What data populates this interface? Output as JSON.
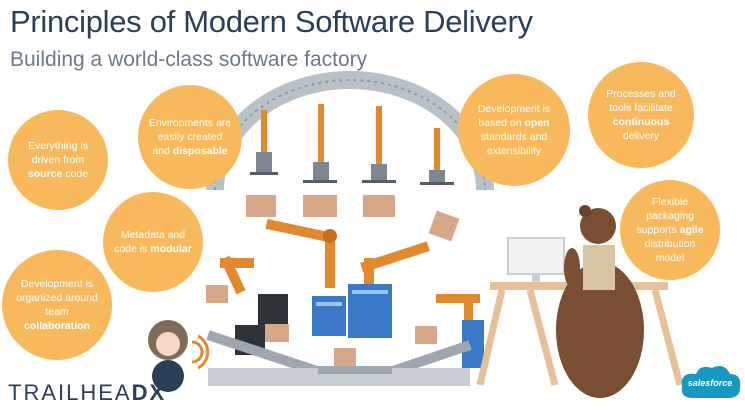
{
  "header": {
    "title": "Principles of Modern Software Delivery",
    "subtitle": "Building a world-class software factory"
  },
  "bubbles": {
    "source": {
      "pre": "Everything is driven from",
      "bold": "source",
      "post": "code"
    },
    "disposable": {
      "pre": "Environments are easily created and",
      "bold": "disposable",
      "post": ""
    },
    "modular": {
      "pre": "Metadata and code is",
      "bold": "modular",
      "post": ""
    },
    "collaboration": {
      "pre": "Development is organized around team",
      "bold": "collaboration",
      "post": ""
    },
    "open": {
      "pre": "Development is based on",
      "bold": "open",
      "post": "standards and extensibility"
    },
    "continuous": {
      "pre": "Processes and tools facilitate",
      "bold": "continuous",
      "post": "delivery"
    },
    "agile": {
      "pre": "Flexible packaging supports",
      "bold": "agile",
      "post": "distribution model"
    }
  },
  "branding": {
    "event_prefix": "TRAILHEA",
    "event_suffix": "DX",
    "company": "salesforce"
  },
  "colors": {
    "bubble": "#f7b95c",
    "title": "#2b3f57",
    "subtitle": "#6c7a89",
    "robot_arm": "#e2892f",
    "machine_blue": "#3a78c9",
    "conveyor": "#9ea7b0",
    "bear": "#7a4e33",
    "salesforce_blue": "#1798c1"
  }
}
